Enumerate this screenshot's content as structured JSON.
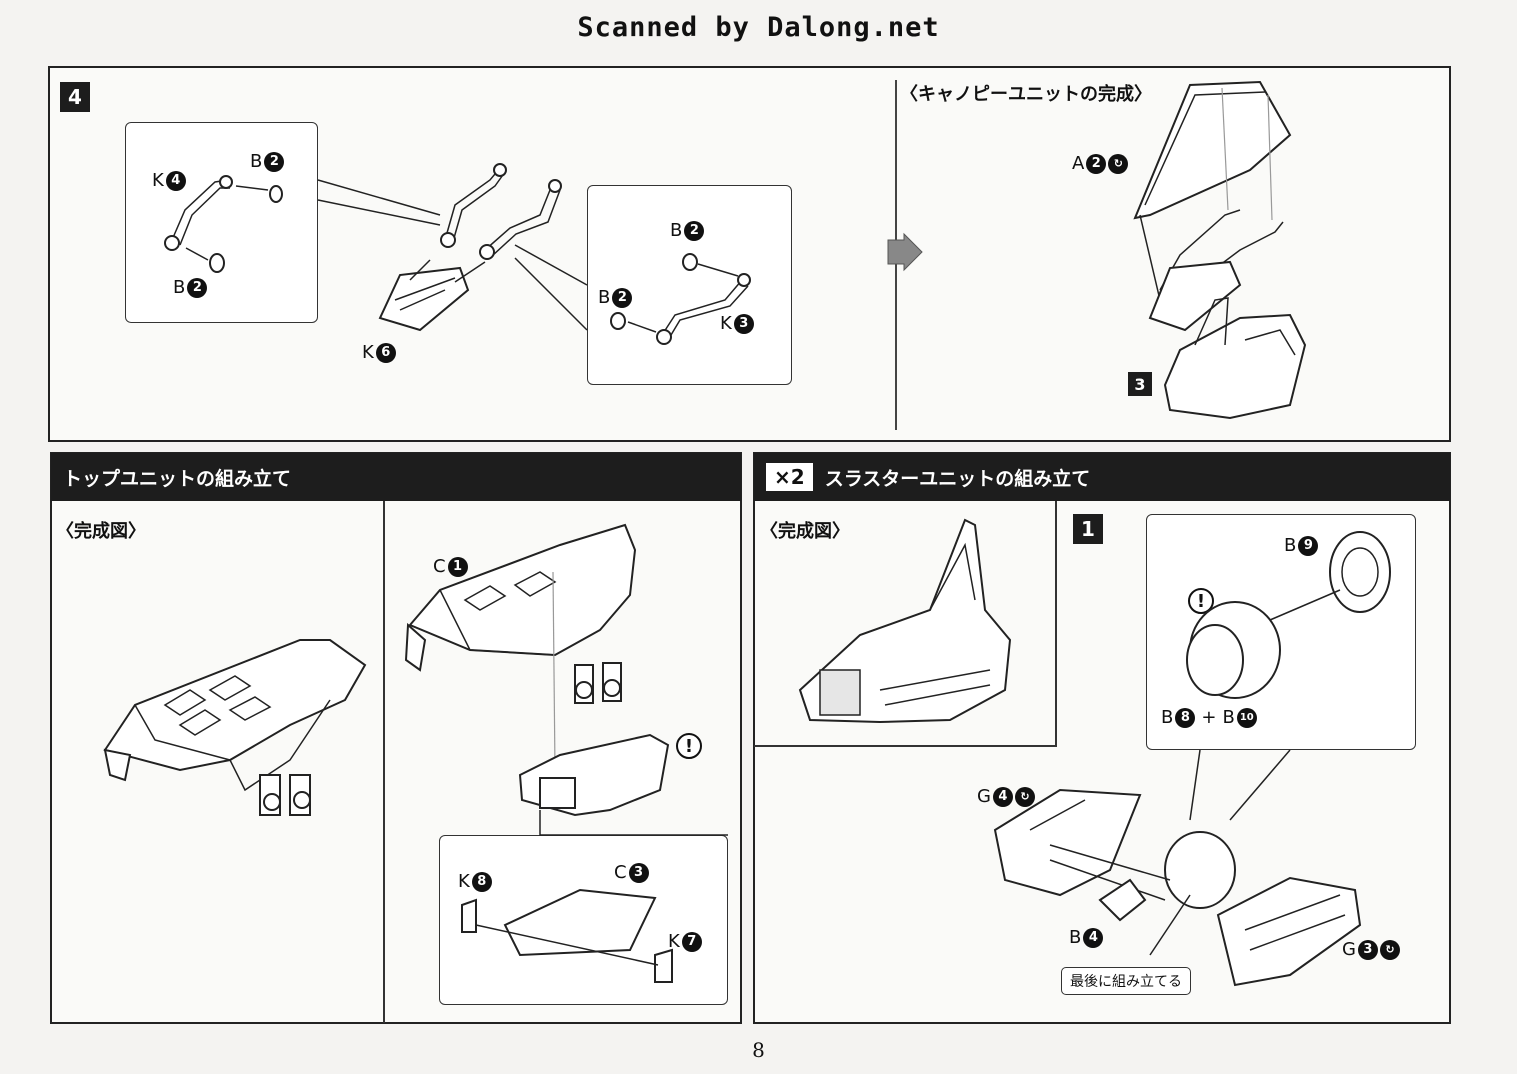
{
  "watermark": "Scanned by Dalong.net",
  "page_number": "8",
  "step4": {
    "number": "4",
    "canopy_title": "〈キャノピーユニットの完成〉",
    "sub_step": "3",
    "labels": {
      "k4": {
        "letter": "K",
        "num": "4"
      },
      "b2a": {
        "letter": "B",
        "num": "2"
      },
      "b2b": {
        "letter": "B",
        "num": "2"
      },
      "k6": {
        "letter": "K",
        "num": "6"
      },
      "b2c": {
        "letter": "B",
        "num": "2"
      },
      "b2d": {
        "letter": "B",
        "num": "2"
      },
      "k3": {
        "letter": "K",
        "num": "3"
      },
      "a2": {
        "letter": "A",
        "num": "2"
      }
    }
  },
  "top_unit": {
    "title": "トップユニットの組み立て",
    "complete_label": "〈完成図〉",
    "labels": {
      "c1": {
        "letter": "C",
        "num": "1"
      },
      "k8": {
        "letter": "K",
        "num": "8"
      },
      "c3": {
        "letter": "C",
        "num": "3"
      },
      "k7": {
        "letter": "K",
        "num": "7"
      }
    },
    "warning": "!"
  },
  "thruster_unit": {
    "multiplier": "×2",
    "title": "スラスターユニットの組み立て",
    "complete_label": "〈完成図〉",
    "step": "1",
    "labels": {
      "b9": {
        "letter": "B",
        "num": "9"
      },
      "b8": {
        "letter": "B",
        "num": "8"
      },
      "plus": "+",
      "b10": {
        "letter": "B",
        "num": "10"
      },
      "g4": {
        "letter": "G",
        "num": "4"
      },
      "b4": {
        "letter": "B",
        "num": "4"
      },
      "g3": {
        "letter": "G",
        "num": "3"
      }
    },
    "warning": "!",
    "note": "最後に組み立てる"
  }
}
